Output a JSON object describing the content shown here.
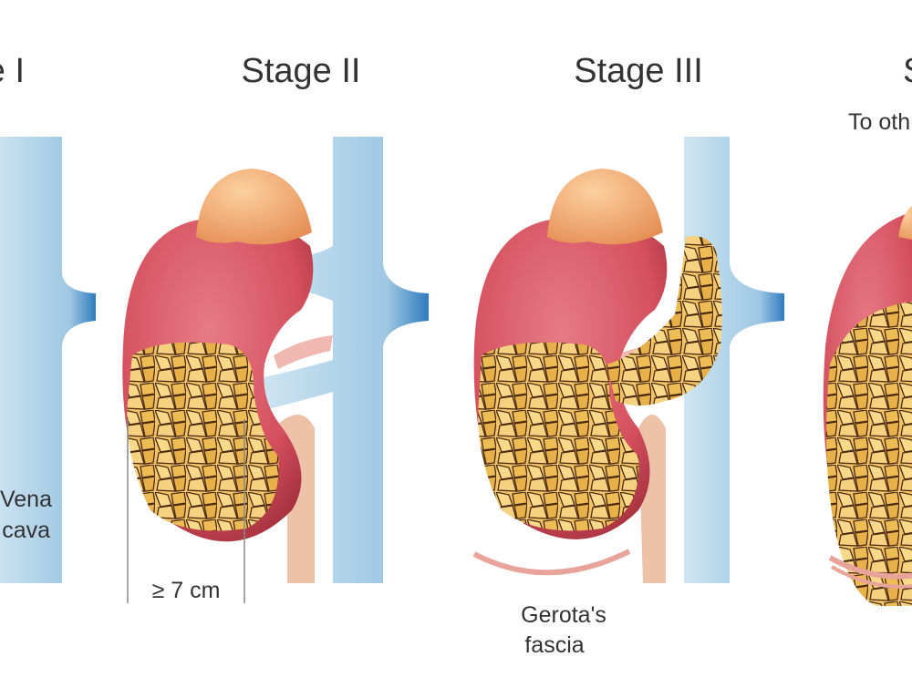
{
  "stages": [
    {
      "title": "Stage I"
    },
    {
      "title": "Stage II"
    },
    {
      "title": "Stage III"
    },
    {
      "title": "Stage IV"
    }
  ],
  "labels": {
    "vena_cava_line1": "Vena",
    "vena_cava_line2": "cava",
    "size": "≥ 7 cm",
    "gerota_line1": "Gerota's",
    "gerota_line2": "fascia",
    "to_other": "To oth"
  },
  "colors": {
    "vessel": "#a9cfe6",
    "vessel_edge": "#2f7cbf",
    "kidney": "#d4505e",
    "adrenal": "#f2a46a",
    "tumor": "#f0c060",
    "artery": "#f0b8b0"
  }
}
